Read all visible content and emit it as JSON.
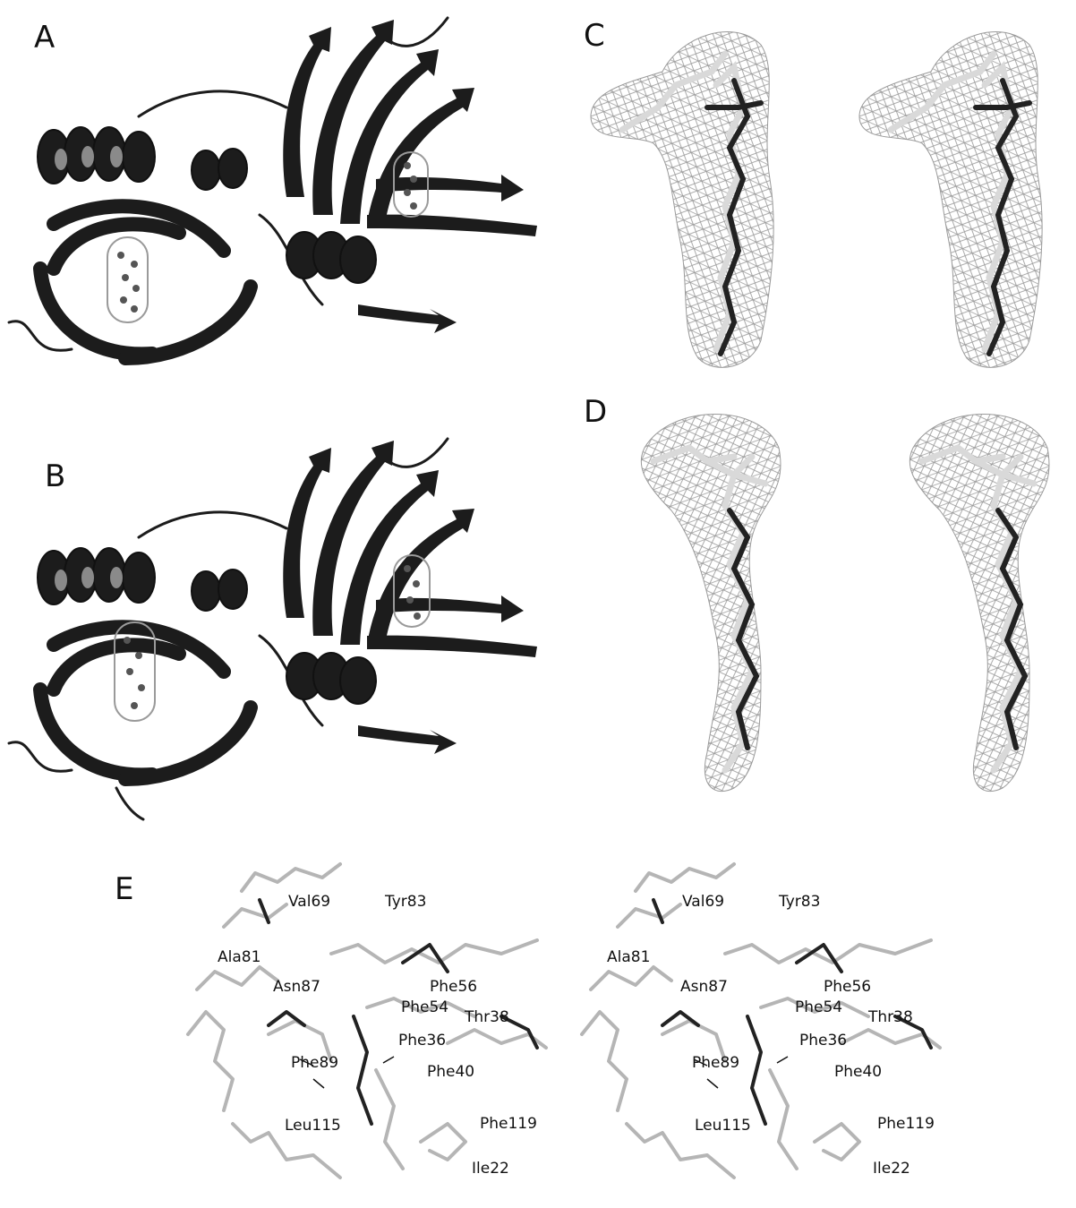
{
  "figure": {
    "panels": {
      "a": {
        "label": "A"
      },
      "b": {
        "label": "B"
      },
      "c": {
        "label": "C"
      },
      "d": {
        "label": "D"
      },
      "e": {
        "label": "E"
      }
    },
    "residues": [
      "Val69",
      "Tyr83",
      "Ala81",
      "Asn87",
      "Phe56",
      "Phe54",
      "Thr38",
      "Phe36",
      "Phe89",
      "Phe40",
      "Leu115",
      "Phe119",
      "Ile22"
    ],
    "colors": {
      "ribbon": "#1c1c1c",
      "ribbon_light": "#8a8a8a",
      "mesh": "#8c8c8c",
      "stick_light": "#d9d9d9",
      "stick_dark": "#222222"
    }
  }
}
